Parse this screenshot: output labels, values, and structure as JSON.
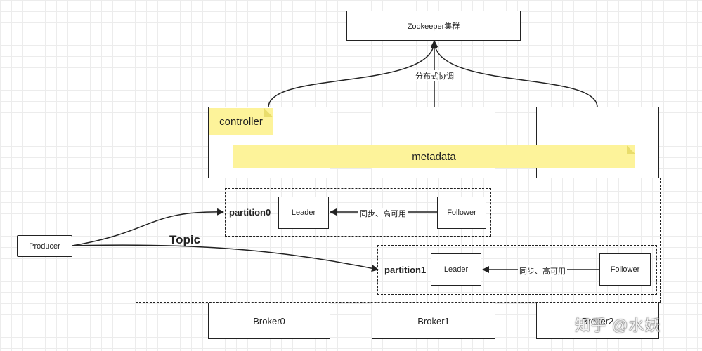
{
  "zookeeper": {
    "label": "Zookeeper集群"
  },
  "coordination": {
    "label": "分布式协调"
  },
  "controller": {
    "label": "controller"
  },
  "metadata": {
    "label": "metadata"
  },
  "topic": {
    "label": "Topic"
  },
  "producer": {
    "label": "Producer"
  },
  "partitions": [
    {
      "label": "partition0",
      "leader": "Leader",
      "follower": "Follower",
      "sync": "同步、高可用"
    },
    {
      "label": "partition1",
      "leader": "Leader",
      "follower": "Follower",
      "sync": "同步、高可用"
    }
  ],
  "brokers": [
    {
      "label": "Broker0"
    },
    {
      "label": "Broker1"
    },
    {
      "label": "Broker2"
    }
  ],
  "watermark": {
    "label": "知乎 @水妖"
  },
  "colors": {
    "note": "#fdf39a",
    "line": "#222222"
  }
}
